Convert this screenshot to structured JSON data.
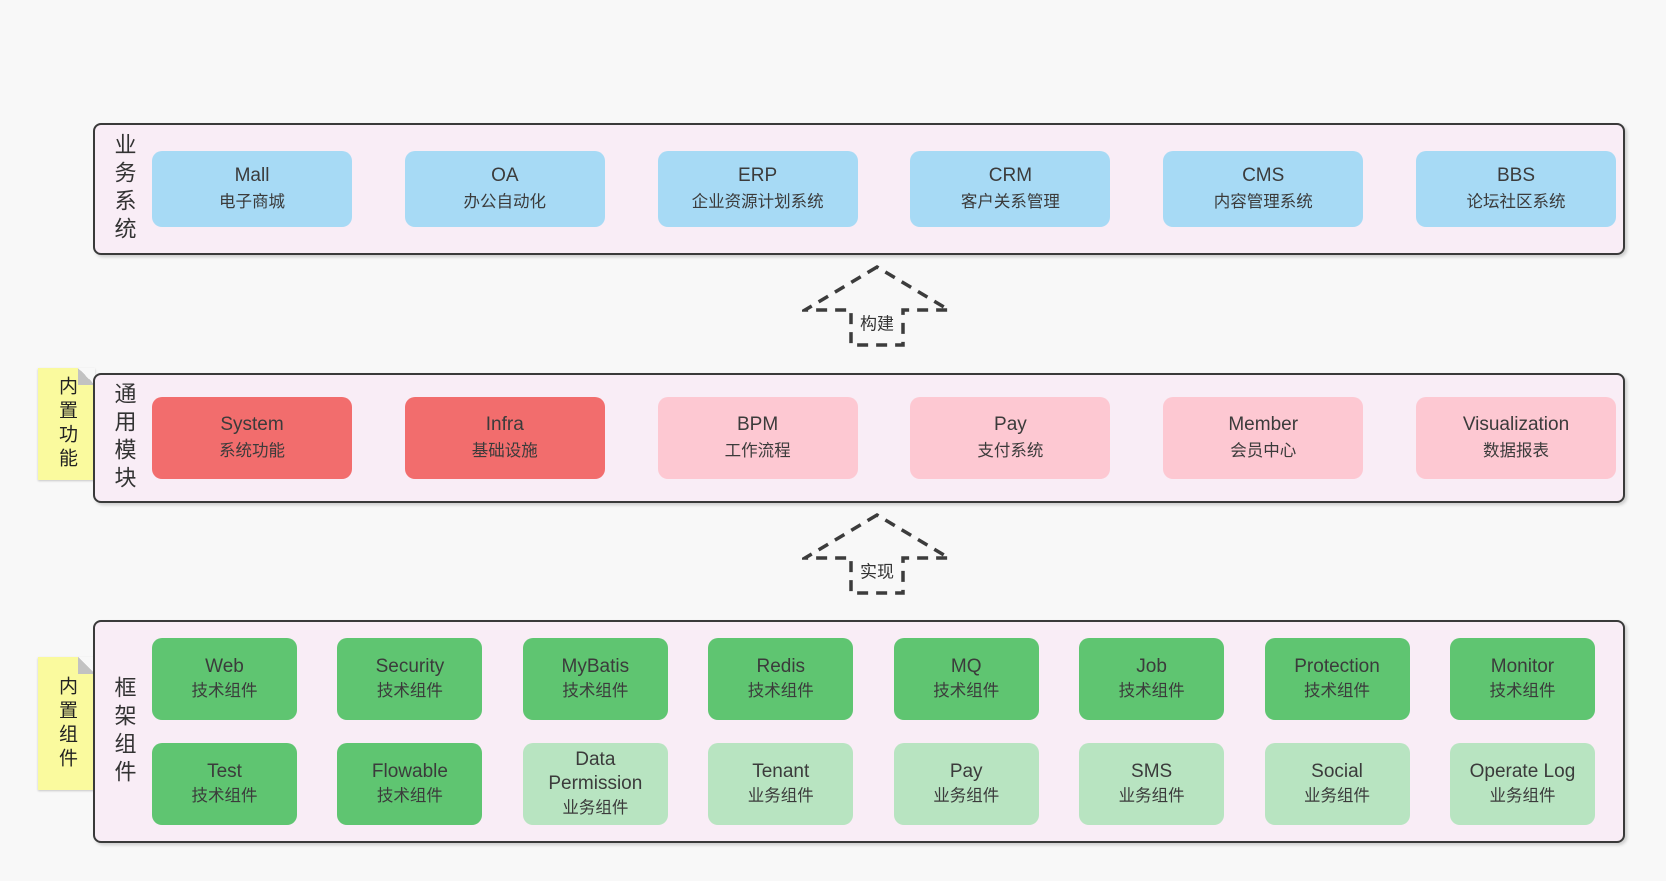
{
  "colors": {
    "page_bg": "#f8f8f8",
    "section_bg": "#f9edf6",
    "section_border": "#3a3a3a",
    "blue": "#a7daf5",
    "red": "#f26d6d",
    "pink": "#fdc8d2",
    "green": "#5fc571",
    "green_light": "#b8e4c1",
    "note_yellow": "#fafa9e"
  },
  "arrows": {
    "build": "构建",
    "implement": "实现"
  },
  "notes": {
    "functions": "内置功能",
    "components": "内置组件"
  },
  "sections": {
    "business": {
      "label": "业务系统",
      "boxes": [
        {
          "en": "Mall",
          "cn": "电子商城"
        },
        {
          "en": "OA",
          "cn": "办公自动化"
        },
        {
          "en": "ERP",
          "cn": "企业资源计划系统"
        },
        {
          "en": "CRM",
          "cn": "客户关系管理"
        },
        {
          "en": "CMS",
          "cn": "内容管理系统"
        },
        {
          "en": "BBS",
          "cn": "论坛社区系统"
        }
      ]
    },
    "modules": {
      "label": "通用模块",
      "boxes": [
        {
          "en": "System",
          "cn": "系统功能"
        },
        {
          "en": "Infra",
          "cn": "基础设施"
        },
        {
          "en": "BPM",
          "cn": "工作流程"
        },
        {
          "en": "Pay",
          "cn": "支付系统"
        },
        {
          "en": "Member",
          "cn": "会员中心"
        },
        {
          "en": "Visualization",
          "cn": "数据报表"
        }
      ]
    },
    "framework": {
      "label": "框架组件",
      "row1": [
        {
          "en": "Web",
          "cn": "技术组件"
        },
        {
          "en": "Security",
          "cn": "技术组件"
        },
        {
          "en": "MyBatis",
          "cn": "技术组件"
        },
        {
          "en": "Redis",
          "cn": "技术组件"
        },
        {
          "en": "MQ",
          "cn": "技术组件"
        },
        {
          "en": "Job",
          "cn": "技术组件"
        },
        {
          "en": "Protection",
          "cn": "技术组件"
        },
        {
          "en": "Monitor",
          "cn": "技术组件"
        }
      ],
      "row2": [
        {
          "en": "Test",
          "cn": "技术组件"
        },
        {
          "en": "Flowable",
          "cn": "技术组件"
        },
        {
          "en": "Data Permission",
          "cn": "业务组件"
        },
        {
          "en": "Tenant",
          "cn": "业务组件"
        },
        {
          "en": "Pay",
          "cn": "业务组件"
        },
        {
          "en": "SMS",
          "cn": "业务组件"
        },
        {
          "en": "Social",
          "cn": "业务组件"
        },
        {
          "en": "Operate Log",
          "cn": "业务组件"
        }
      ]
    }
  }
}
